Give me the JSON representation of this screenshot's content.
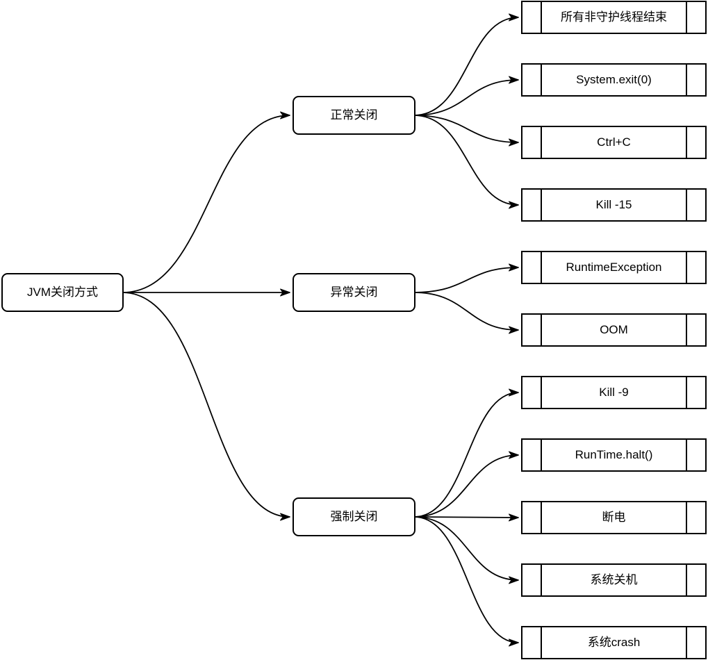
{
  "diagram": {
    "root": {
      "label": "JVM关闭方式"
    },
    "branches": [
      {
        "label": "正常关闭",
        "children": [
          {
            "label": "所有非守护线程结束"
          },
          {
            "label": "System.exit(0)"
          },
          {
            "label": "Ctrl+C"
          },
          {
            "label": "Kill -15"
          }
        ]
      },
      {
        "label": "异常关闭",
        "children": [
          {
            "label": "RuntimeException"
          },
          {
            "label": "OOM"
          }
        ]
      },
      {
        "label": "强制关闭",
        "children": [
          {
            "label": "Kill -9"
          },
          {
            "label": "RunTime.halt()"
          },
          {
            "label": "断电"
          },
          {
            "label": "系统关机"
          },
          {
            "label": "系统crash"
          }
        ]
      }
    ],
    "colors": {
      "stroke": "#000000",
      "node_fill": "#ffffff",
      "background": "#ffffff",
      "text": "#000000"
    }
  }
}
